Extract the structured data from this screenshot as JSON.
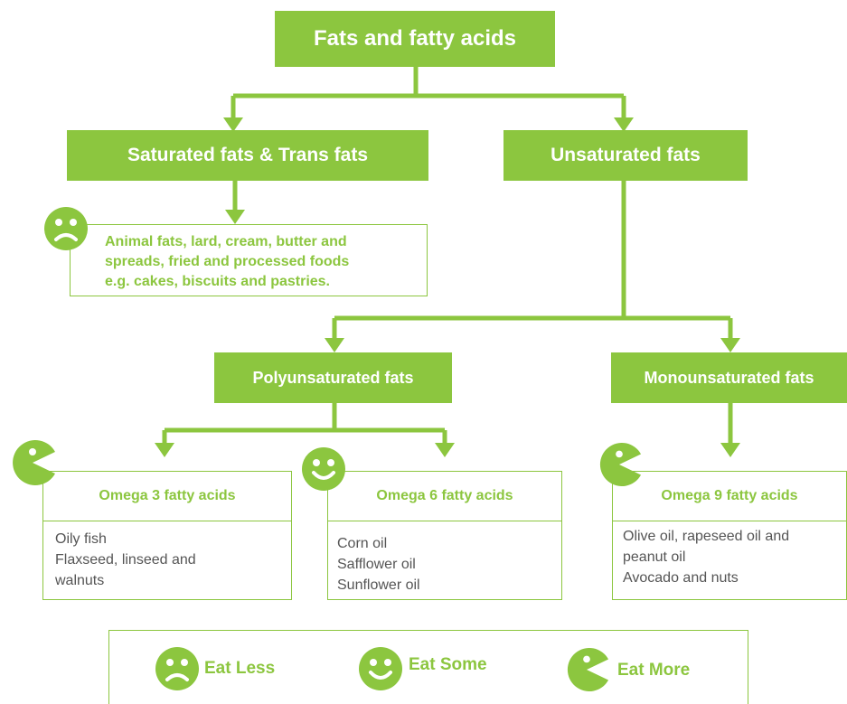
{
  "title": "Fats and fatty acids",
  "saturated": {
    "label": "Saturated fats & Trans fats",
    "examples": [
      "Animal fats, lard, cream, butter and",
      "spreads, fried and processed foods",
      "e.g. cakes, biscuits and pastries."
    ]
  },
  "unsaturated": {
    "label": "Unsaturated fats"
  },
  "polyunsaturated": {
    "label": "Polyunsaturated fats"
  },
  "monounsaturated": {
    "label": "Monounsaturated fats"
  },
  "omega3": {
    "label": "Omega 3 fatty acids",
    "items": [
      "Oily fish",
      "Flaxseed, linseed and",
      "walnuts"
    ]
  },
  "omega6": {
    "label": "Omega 6 fatty acids",
    "items": [
      "Corn oil",
      "Safflower oil",
      "Sunflower oil"
    ]
  },
  "omega9": {
    "label": "Omega 9 fatty acids",
    "items": [
      "Olive oil, rapeseed oil and",
      "peanut oil",
      "Avocado and nuts"
    ]
  },
  "legend": {
    "eat_less": "Eat Less",
    "eat_some": "Eat Some",
    "eat_more": "Eat More"
  },
  "colors": {
    "accent": "#8cc63f",
    "text": "#555555"
  },
  "icons": {
    "less": "sad-face-icon",
    "some": "smiley-face-icon",
    "more": "pacman-icon"
  }
}
